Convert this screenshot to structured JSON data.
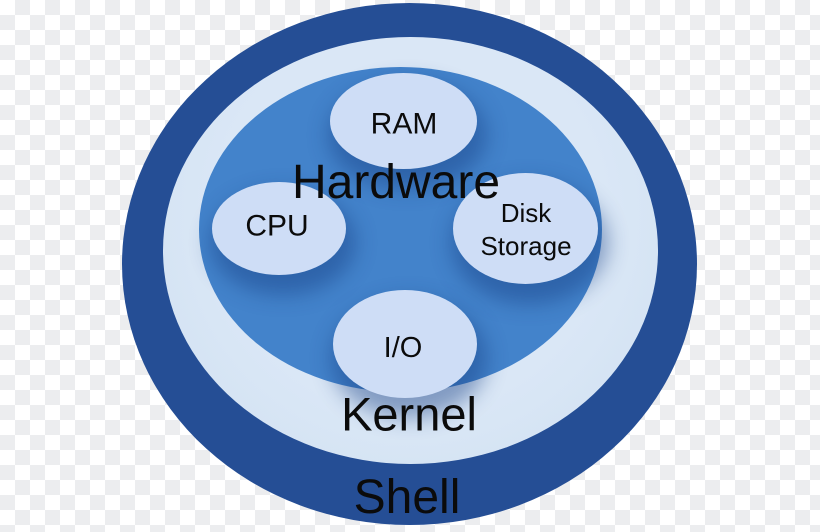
{
  "diagram": {
    "background": {
      "checker_light": "#FFFFFF",
      "checker_gray": "#ECEDEF"
    },
    "layers": [
      {
        "id": "shell",
        "label": "Shell",
        "color": "#254E95"
      },
      {
        "id": "kernel",
        "label": "Kernel",
        "color": "#D5E3F3"
      },
      {
        "id": "hardware",
        "label": "Hardware",
        "color": "#4383CB"
      }
    ],
    "components": [
      {
        "id": "ram",
        "label": "RAM",
        "color": "#CEDDF6"
      },
      {
        "id": "cpu",
        "label": "CPU",
        "color": "#CEDDF6"
      },
      {
        "id": "disk-storage",
        "label": "Disk Storage",
        "lines": [
          "Disk",
          "Storage"
        ],
        "color": "#CEDDF6"
      },
      {
        "id": "io",
        "label": "I/O",
        "color": "#CEDDF6"
      }
    ],
    "text_color": "#000000"
  }
}
